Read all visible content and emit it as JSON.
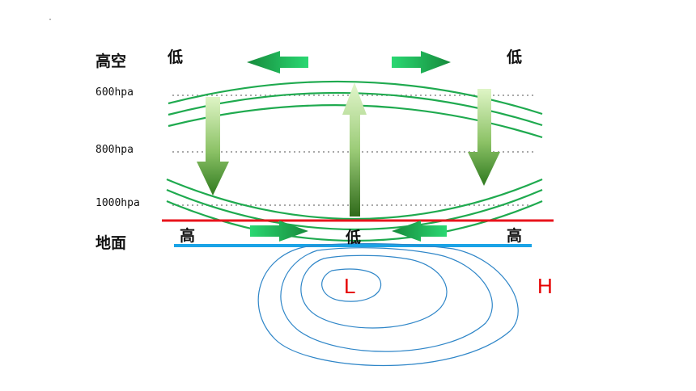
{
  "colors": {
    "isobar_green": "#1faa4f",
    "ground_red": "#e8141c",
    "ground_blue": "#1aa3e6",
    "contour_blue": "#2f86c8",
    "map_label_red": "#e60000",
    "arrow_green_light": "#2ad872",
    "arrow_green_dark": "#168a3b"
  },
  "labels": {
    "upper_air": "高空",
    "surface": "地面",
    "level_600": "600hpa",
    "level_800": "800hpa",
    "level_1000": "1000hpa"
  },
  "upper_pressure": {
    "left": "低",
    "right": "低"
  },
  "surface_pressure": {
    "left": "高",
    "center": "低",
    "right": "高"
  },
  "map": {
    "center_label": "L",
    "outer_label": "H"
  },
  "icons": {
    "upper_left_arrow": "arrow-left-icon",
    "upper_right_arrow": "arrow-right-icon",
    "surface_left_arrow": "arrow-right-icon",
    "surface_right_arrow": "arrow-left-icon",
    "descending_left": "arrow-down-icon",
    "ascending_center": "arrow-up-icon",
    "descending_right": "arrow-down-icon"
  }
}
